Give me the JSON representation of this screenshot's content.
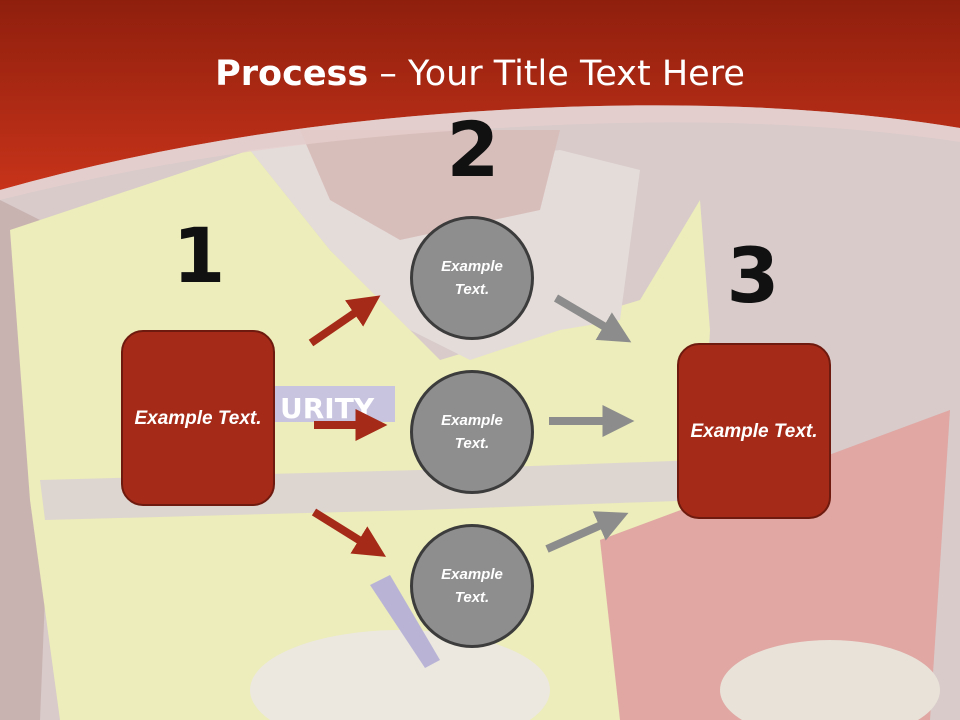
{
  "title": {
    "bold": "Process",
    "rest": " – Your Title Text Here"
  },
  "steps": [
    {
      "number": "1",
      "text": "Example Text."
    },
    {
      "number": "2",
      "circles": [
        "Example Text.",
        "Example Text.",
        "Example Text."
      ]
    },
    {
      "number": "3",
      "text": "Example Text."
    }
  ],
  "colors": {
    "header": "#b8301a",
    "box": "#a52a17",
    "circle": "#8e8e8e",
    "arrow_red": "#a52a17",
    "arrow_gray": "#8c8c8c"
  },
  "background_badge": "URITY"
}
